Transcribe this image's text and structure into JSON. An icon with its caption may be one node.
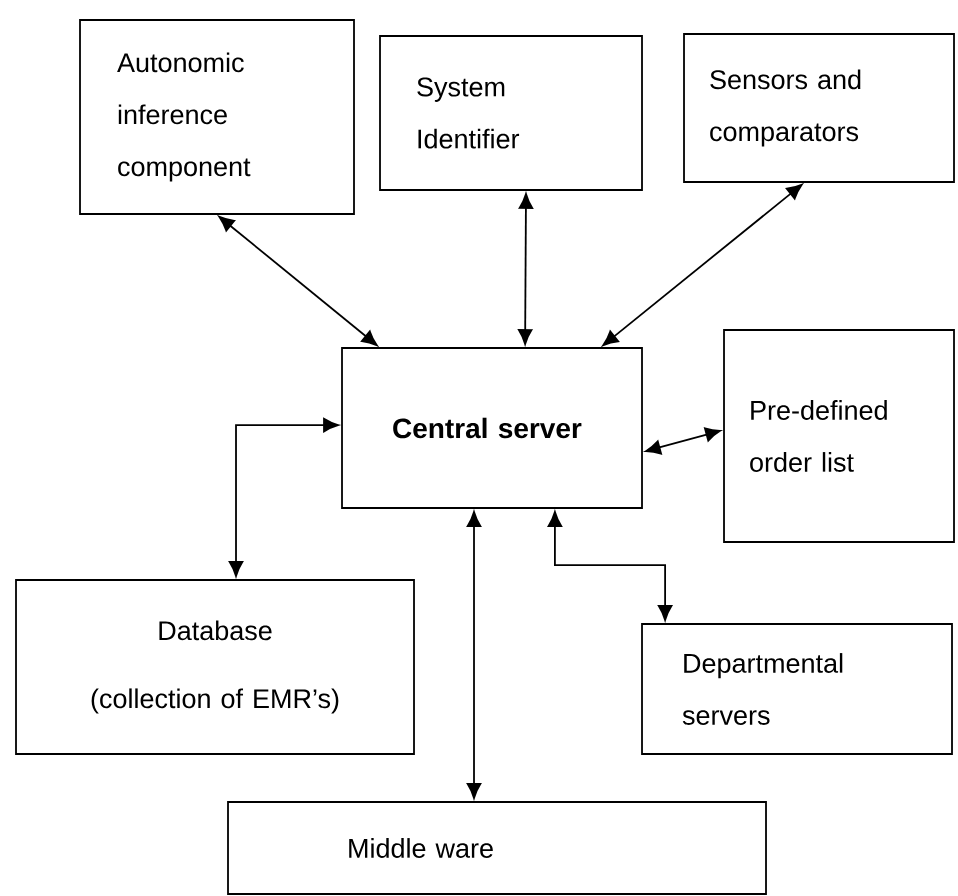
{
  "diagram": {
    "nodes": [
      {
        "text": [
          "Autonomic inference component"
        ]
      },
      {
        "text": [
          "System Identifier"
        ]
      },
      {
        "text": [
          "Sensors and comparators"
        ]
      },
      {
        "text": [
          "Central server"
        ]
      },
      {
        "text": [
          "Pre-defined order list"
        ]
      },
      {
        "text": [
          "Database",
          "(collection of EMR’s)"
        ]
      },
      {
        "text": [
          "Departmental servers"
        ]
      },
      {
        "text": [
          "Middle ware"
        ]
      }
    ],
    "edges": [
      {
        "from": 0,
        "to": 3,
        "arrow": "both"
      },
      {
        "from": 1,
        "to": 3,
        "arrow": "both"
      },
      {
        "from": 2,
        "to": 3,
        "arrow": "both"
      },
      {
        "from": 3,
        "to": 4,
        "arrow": "both"
      },
      {
        "from": 3,
        "to": 5,
        "arrow": "both"
      },
      {
        "from": 3,
        "to": 6,
        "arrow": "both"
      },
      {
        "from": 3,
        "to": 7,
        "arrow": "both"
      }
    ]
  }
}
